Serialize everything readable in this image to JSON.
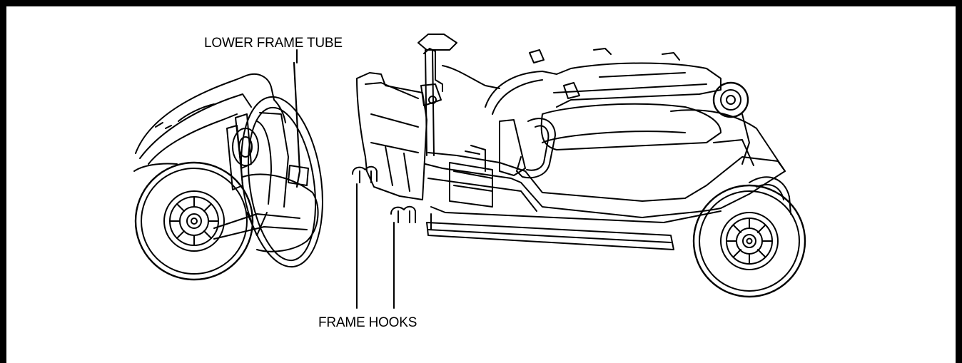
{
  "labels": {
    "lower_frame_tube": "LOWER FRAME TUBE",
    "frame_hooks": "FRAME HOOKS"
  },
  "colors": {
    "line": "#000000",
    "background": "#ffffff"
  },
  "icons": {
    "front_section": "scooter-front-section",
    "rear_section": "scooter-rear-section"
  }
}
